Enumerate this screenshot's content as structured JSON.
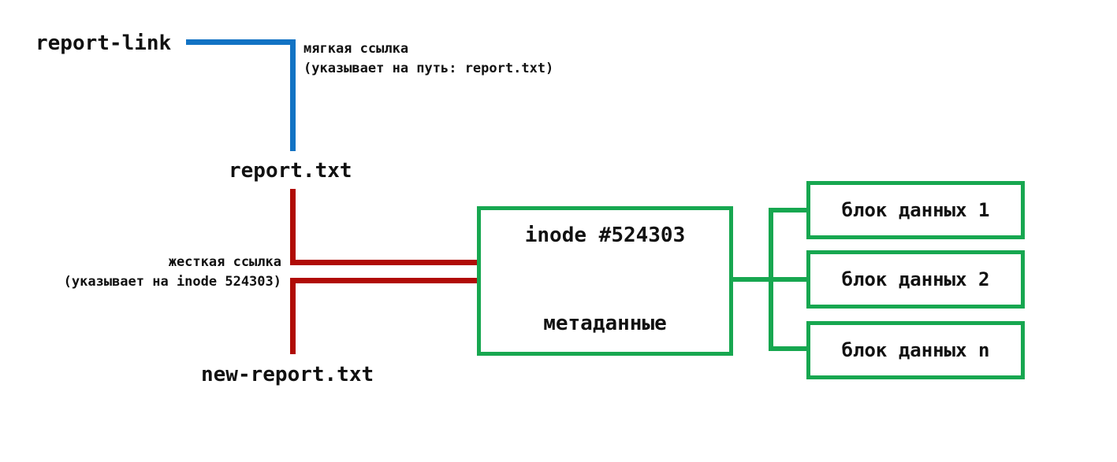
{
  "diagram": {
    "background": "#ffffff",
    "colors": {
      "soft_link_line": "#1273c4",
      "hard_link_line": "#b00b06",
      "inode_outline": "#17a750",
      "text": "#111111"
    },
    "files": {
      "report_link": "report-link",
      "report_txt": "report.txt",
      "new_report_txt": "new-report.txt"
    },
    "soft_link_label": {
      "line1": "мягкая ссылка",
      "line2": "(указывает на путь: report.txt)"
    },
    "hard_link_label": {
      "line1": "жесткая ссылка",
      "line2": "(указывает на inode 524303)"
    },
    "inode_box": {
      "title": "inode #524303",
      "subtitle": "метаданные"
    },
    "data_blocks": [
      {
        "label": "блок данных 1"
      },
      {
        "label": "блок данных 2"
      },
      {
        "label": "блок данных n"
      }
    ]
  }
}
